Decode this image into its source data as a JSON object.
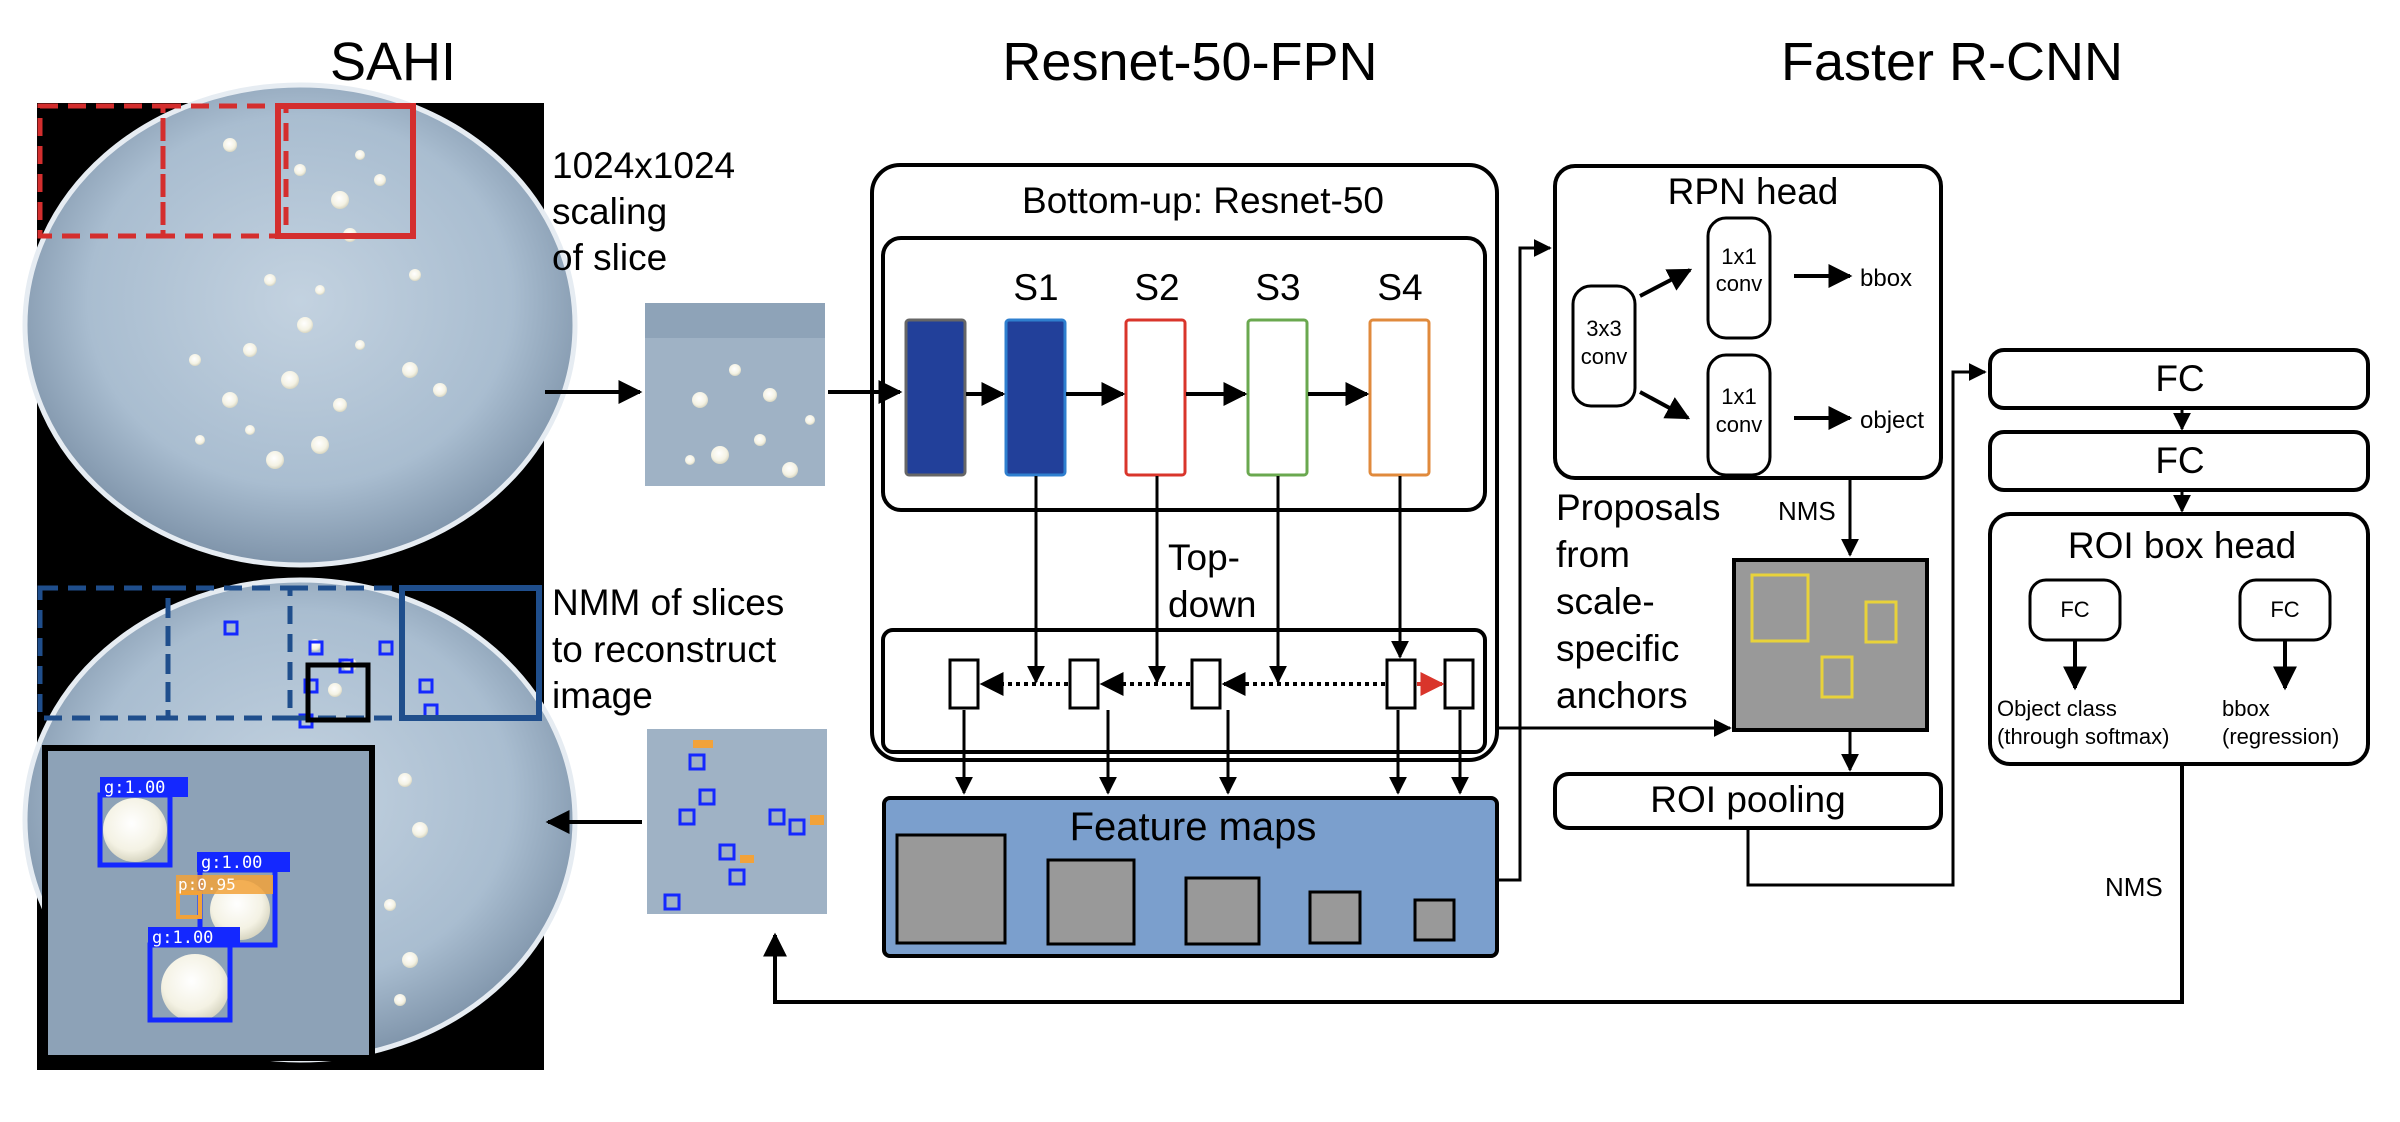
{
  "sections": {
    "sahi": "SAHI",
    "fpn": "Resnet-50-FPN",
    "rcnn": "Faster R-CNN"
  },
  "sahi_notes": {
    "scaling": [
      "1024x1024",
      "scaling",
      "of slice"
    ],
    "nmm": [
      "NMM of slices",
      "to reconstruct",
      "image"
    ]
  },
  "detections": {
    "top": "g:1.00",
    "middle": "g:1.00",
    "orange": "p:0.95",
    "bottom": "g:1.00"
  },
  "fpn": {
    "bottom_up_title": "Bottom-up: Resnet-50",
    "stages": [
      "S1",
      "S2",
      "S3",
      "S4"
    ],
    "top_down": [
      "Top-",
      "down"
    ],
    "feature_maps": "Feature maps"
  },
  "rpn": {
    "title": "RPN head",
    "conv3": [
      "3x3",
      "conv"
    ],
    "conv1a": [
      "1x1",
      "conv"
    ],
    "conv1b": [
      "1x1",
      "conv"
    ],
    "bbox": "bbox",
    "object": "object",
    "nms": "NMS"
  },
  "proposals": [
    "Proposals",
    "from",
    "scale-",
    "specific",
    "anchors"
  ],
  "roi_pooling": "ROI pooling",
  "fc_top": "FC",
  "fc_second": "FC",
  "roi_head": {
    "title": "ROI box head",
    "fc_left": "FC",
    "fc_right": "FC",
    "object_class": [
      "Object class",
      "(through softmax)"
    ],
    "bbox": [
      "bbox",
      "(regression)"
    ]
  },
  "nms_final": "NMS",
  "colors": {
    "sahi_red": "#d42e2e",
    "sahi_blue": "#1f4e8c",
    "s0_fill": "#22409a",
    "s1_fill": "#22409a",
    "s2_stroke": "#d9352b",
    "s3_stroke": "#6aa84f",
    "s4_stroke": "#e08a3c",
    "feature_panel": "#7b9fcd",
    "anchor_yellow": "#e8d23a",
    "detection_blue": "#1428ff",
    "detection_orange": "#f2a23a",
    "plate_bg": "#9fb0c3"
  }
}
